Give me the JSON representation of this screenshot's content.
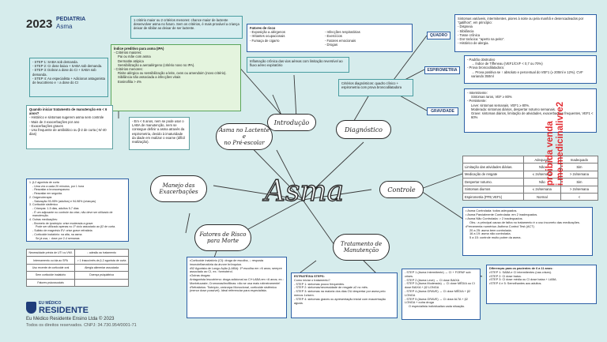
{
  "header": {
    "year": "2023",
    "subject": "PEDIATRIA",
    "title": "Asma"
  },
  "center_title": "Asma",
  "bubbles": {
    "introducao": "Introdução",
    "diagnostico": "Diagnóstico",
    "lactente": [
      "Asma no Lactente e",
      "no Pré-escolar"
    ],
    "manejo": [
      "Manejo das",
      "Exacerbações"
    ],
    "controle": "Controle",
    "fatores": [
      "Fatores de Risco",
      "para Morte"
    ],
    "tratamento": [
      "Tratamento de",
      "Manutenção"
    ]
  },
  "intro": {
    "criterios_lactente": "1 critério maior ou 2 critérios menores: chance maior de lactente desenvolver asma no futuro. Sem os critérios, é mais provável a criança deixar de sibilar ao deixar de ser lactente.",
    "ipa_title": "Índice preditivo para asma (IPA)",
    "ipa_lines": [
      "- Critérios maiores:",
      "Pai ou mãe com asma",
      "Dermatite atópica",
      "Sensibilização a aeroalérgeno (critério novo no IPA).",
      "- Critérios menores:",
      "Rinite alérgica ou sensibilização a leite, ovos ou amendoim (novo critério).",
      "Sibilância não associada a infecções virais",
      "Eosinofilia > 4%"
    ],
    "fatores_title": "Fatores de risco",
    "fatores_col1": [
      "- Exposição a alérgenos",
      "- Irritantes ocupacionais",
      "- Fumaça de cigarro"
    ],
    "fatores_col2": [
      "- Infecções respiratórias",
      "- Exercícios",
      "- Fatores emocionais",
      "- Drogas"
    ],
    "inflamacao": "Inflamação crônica das vias aéreas com limitação reversível ao fluxo aéreo expiratório"
  },
  "diag": {
    "criterios": "Critérios diagnósticos: quadro clínico + espirometria com prova broncodilatadora",
    "quadro_label": "QUADRO",
    "quadro_text": [
      "Sintomas variáveis, intermitentes, piores à noite ou pela manhã e desencadeados por \"gatilhos\", em princípio:",
      "- Dispneia",
      "- Sibilância",
      "- Tosse crônica",
      "- Dor torácica: \"aperto na peito\".",
      "- Histórico de alergia."
    ],
    "espiro_label": "ESPIROMETRIA",
    "espiro_text": [
      "- Padrão obstrutivo",
      "→ Índice de Tiffeneau (VEF1/CVF < 0,7 ou 70%)",
      "- Prova broncodilatadora:",
      "→ Prova positiva se ↑ absoluto e percentual do VEF1 (≥ 200ml e 12%). CVF variando 350ml"
    ],
    "grav_label": "GRAVIDADE",
    "grav_text": [
      "- Intermitente:",
      "Sintomas raros, VEF ≥ 80%",
      "- Persistente:",
      "Leve: sintomas semanais, VEF1 ≥ 80%.",
      "Moderada: sintomas diários, despertar noturno semanais.",
      "Grave: sintomas diários, limitação de atividades, exacerbações frequentes, VEF1 < 60%"
    ]
  },
  "lactente": {
    "steps": [
      "- STEP 1: SABA sob demanda.",
      "- STEP 2: CI dose baixa + SABA sob demanda.",
      "- STEP 3: Dobrar a dose do CI + SABA sob demanda.",
      "- STEP 4: Ao especialista + Adicionar antagonista de leucotrieno e ↑ a dose do CI"
    ],
    "quando_title": "Quando iniciar tratamento de manutenção em < 6 anos?",
    "quando_lines": [
      "- Histórico e sintomas sugerem asma sem controle",
      "- Mais de 3 exacerbações por ano",
      "- Exacerbações graves",
      "- Uso frequente de antibiótico ou β-2 de curta (-6/-40 dias)"
    ],
    "diag_text": "- Em < 6 anos, nem se pode usar o LABA de manutenção, nem se consegue definir a asma através da espirometria, devido à imaturidade da idade em realizar o exame (difícil realização)."
  },
  "manejo": {
    "lines": [
      "1. β-2 agonista de curta",
      "- Uma vez a cada 20 minutos, por 1 hora",
      "- Reavaliar a broncoespasmo",
      "- Reavaliar em seguida.",
      "2. Oxigenoterapia",
      "- Saturação 93-95% (adultos) e 94-98% (crianças)",
      "3. Corticoide sistêmico",
      "- Crianças: 1-5 dias, adultos 5-7 dias",
      "- É um adjuvante no controle da crise, não deve ser utilizado de manutenção.",
      "4. Outras medicações:",
      "- Brometo de ipratrópio: crise moderada a grave",
      "  Pode ser utilizado apenas no 1º ciclo associado ao β2 de curta.",
      "- Sulfato de magnésio EV: crise grave refratária",
      "- Corticoide inalatório: na alta, na asma",
      "  Se já usa, ↑ dose por 2-4 semanas"
    ]
  },
  "fatores_morte": {
    "rows": [
      [
        "Necessidade prévia de UTI ou VMI.",
        "↓ adesão ao tratamento"
      ],
      [
        "Internamento ou ida ao SPA",
        "> 1 frasco/mês de β-2 agonista de curta"
      ],
      [
        "Uso recente de corticoide oral",
        "Alergia alimentar associada"
      ],
      [
        "Sem corticoide inalatório",
        "Doença psiquiátrica"
      ],
      [
        "Fatores psicossociais",
        ""
      ]
    ]
  },
  "trat_manut": {
    "drugs": [
      "•Corticoide inalatório (CI): droga de escolha, ↓ resposta imunoinflamatória da árvore brônquica.",
      "•B2 Agonista de Longo Ação (LABA): 1ª escolha em >6 anos; sempre associado ao CI, ex.: formoterol.",
      "•Outras drogas:",
      "Antagonista leucotrieno: droga adicional ao CI+LABA em <6 anos; ex.: Montelucaste; Cromonas/teofilinas: não se usa mais rotineiramente!",
      "•Refratários: Tiotrópio, omizorpa Monoclonal, corticoide sistêmico (menor dose possível). Ideal referenciar para especialista."
    ],
    "strategy": [
      "ESTRATÉGIA STEPS:",
      "Como iniciar o tratamento?",
      "- STEP 1: sintomas pouco frequentes.",
      "- STEP 2: sintomas/necessidade de resgate ≥2 no mês.",
      "- STEP 3: sintomas na maioria dos dias OU despertar por asma pelo menos 1x/sem.",
      "- STEP 4: sintomas graves ou apresentação inicial com exacerbação aguda."
    ],
    "steps_right": [
      "- STEP 1 (Asma Intermitente) → CI + FORM* sob crises.",
      "- STEP 2 (Asma Leve) → CI dose BAIXA",
      "- STEP 3 (Asma Moderada) → CI dose MÉDIA ou CI dose BAIXA + β2 LONGA",
      "- STEP 4 (Asma GRAVE) → CI dose MÉDIA + β2 LONGA",
      "- STEP 5 (Asma GRAVE) → CI dose ALTA + β2 LONGA + outra droga",
      "  O especialista individualiza cada situação."
    ],
    "diferencas_title": "Diferenças para os pacientes de 6 a 11 anos:",
    "diferencas": [
      "•STEP 1: SABA e CI intermitentes (nas crises).",
      "•STEP 2: CI dose baixa.",
      "•STEP 3: CI dose média ou CI dose baixa + LABA.",
      "•STEP 4 e 5: Semelhantes aos adultos."
    ]
  },
  "controle": {
    "headers": [
      "",
      "Adequado",
      "Inadequado"
    ],
    "rows": [
      [
        "Limitação das atividades diárias.",
        "Não",
        "Sim"
      ],
      [
        "Medicação de resgate",
        "≤ 2x/semana",
        "> 2x/semana"
      ],
      [
        "Despertar noturno.",
        "Não",
        "Sim"
      ],
      [
        "Sintomas diurnos",
        "≤ 2x/semana",
        "> 2x/semana"
      ],
      [
        "Espirometria (PFE,VEF1)",
        "Normal",
        "<"
      ]
    ],
    "notes": [
      "• Asma Controlada: todos adequados.",
      "• Asma Parcialmente Controlada: em 2 inadequados.",
      "• Asma Não Controlada: > 2 inadequados.",
      "  Obs.: a principal causa de falha no tratamento é o uso incorreto das medicações.",
      "•Ferramenta numérica: Asthma Control Test (ACT)",
      "  20 a 25: asma bem controlada.",
      "  16 a 19: asma não controlada.",
      "  5 a 15: controle muito pobre da asma."
    ]
  },
  "watermark": [
    "proibida venda",
    "i.me.medicinalivre2"
  ],
  "footer": {
    "brand_top": "EU MÉDICO",
    "brand": "RESIDENTE",
    "line1": "Eu Médico Residente Ensino Ltda © 2023",
    "line2": "Todos os direitos reservados. CNPJ: 34.730.954/0001-71"
  },
  "colors": {
    "background": "#d6ecec",
    "accent": "#1f3d7a",
    "watermark": "#e0181f"
  }
}
